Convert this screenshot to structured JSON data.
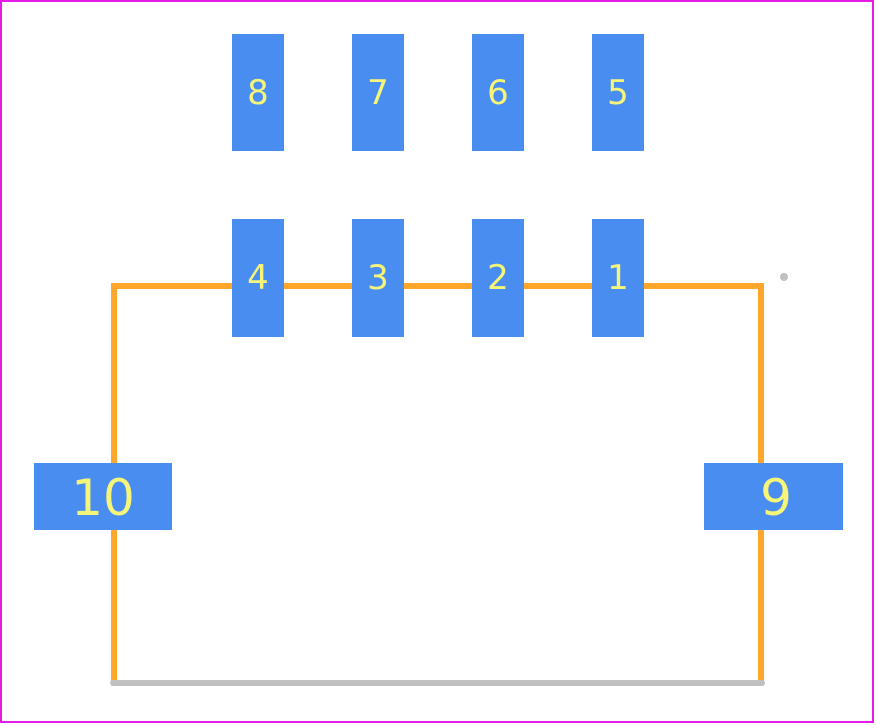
{
  "colors": {
    "background": "#ffffff",
    "board_border": "#e619e6",
    "pad_fill": "#4a8df0",
    "pad_label": "#f5f57a",
    "silkscreen_outline": "#ffa62b",
    "fab_edge": "#c0c0c0",
    "pin1_marker": "#c0c0c0"
  },
  "pads": [
    {
      "id": "pad-8",
      "label": "8",
      "kind": "small"
    },
    {
      "id": "pad-7",
      "label": "7",
      "kind": "small"
    },
    {
      "id": "pad-6",
      "label": "6",
      "kind": "small"
    },
    {
      "id": "pad-5",
      "label": "5",
      "kind": "small"
    },
    {
      "id": "pad-4",
      "label": "4",
      "kind": "small"
    },
    {
      "id": "pad-3",
      "label": "3",
      "kind": "small"
    },
    {
      "id": "pad-2",
      "label": "2",
      "kind": "small"
    },
    {
      "id": "pad-1",
      "label": "1",
      "kind": "small"
    },
    {
      "id": "pad-10",
      "label": "10",
      "kind": "large"
    },
    {
      "id": "pad-9",
      "label": "9",
      "kind": "large"
    }
  ]
}
